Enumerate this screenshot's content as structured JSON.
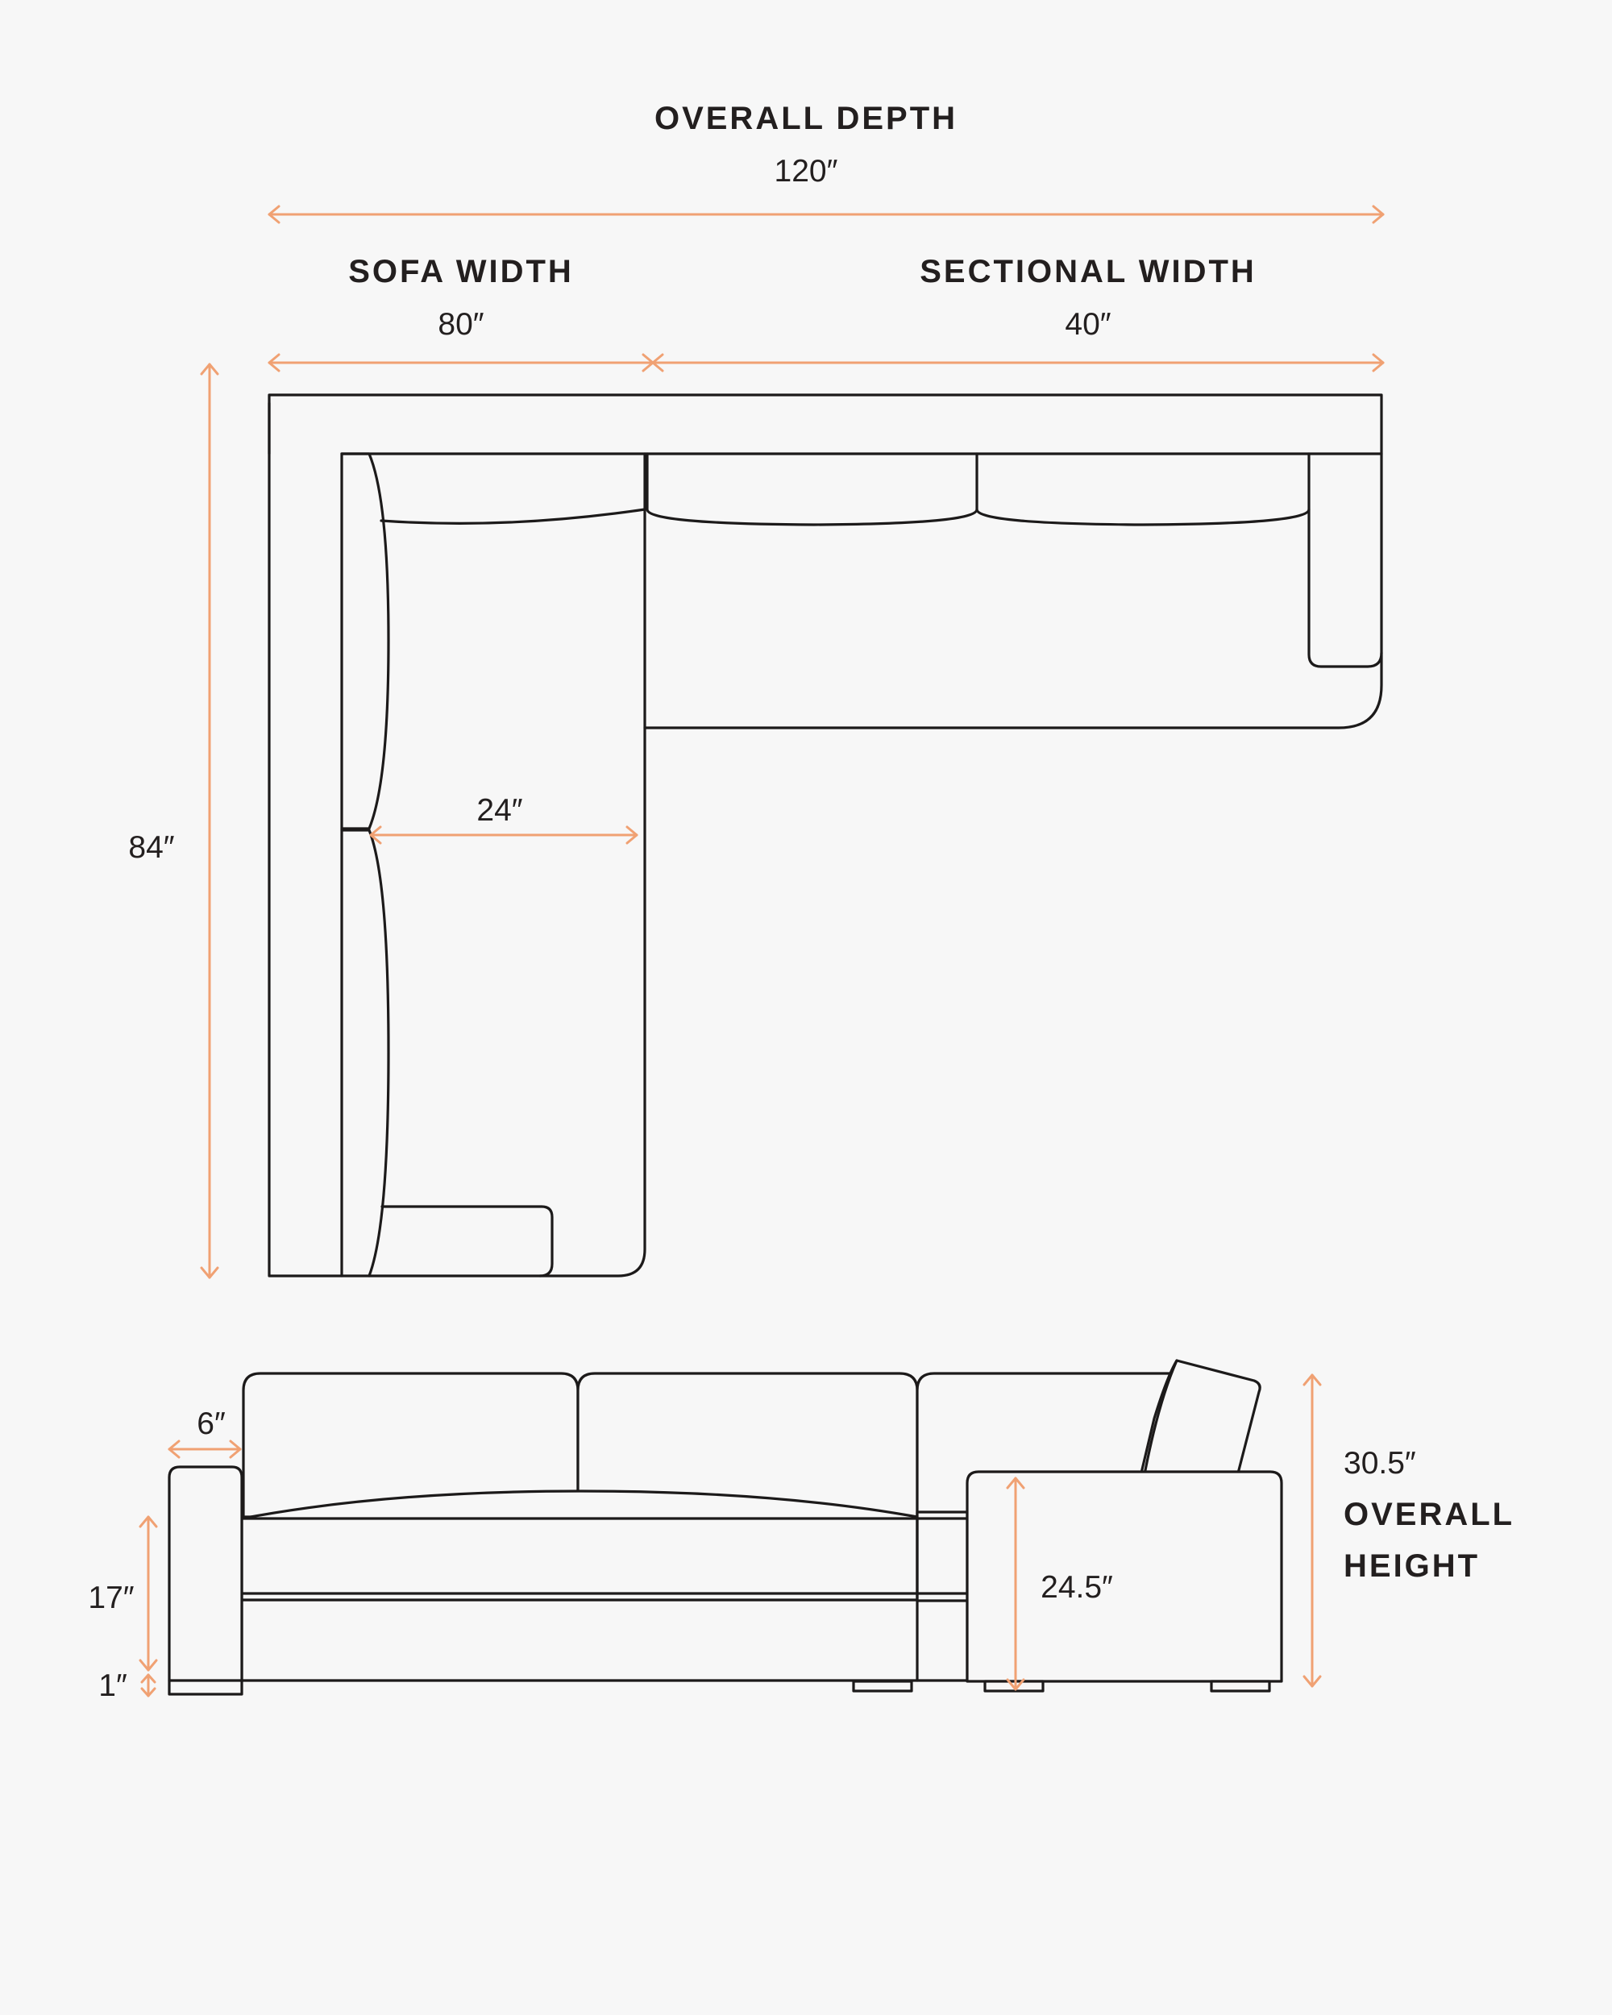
{
  "colors": {
    "background": "#f7f7f7",
    "outline": "#1c1a1a",
    "dimension": "#f0a173",
    "text": "#231f1f"
  },
  "labels": {
    "overall_depth": "OVERALL DEPTH",
    "overall_depth_value": "120″",
    "sofa_width": "SOFA WIDTH",
    "sofa_width_value": "80″",
    "sectional_width": "SECTIONAL WIDTH",
    "sectional_width_value": "40″",
    "depth_value": "84″",
    "seat_depth_value": "24″",
    "arm_width_value": "6″",
    "seat_height_value": "17″",
    "leg_height_value": "1″",
    "arm_height_value": "24.5″",
    "overall_height_value": "30.5″",
    "overall_height_line1": "OVERALL",
    "overall_height_line2": "HEIGHT"
  }
}
